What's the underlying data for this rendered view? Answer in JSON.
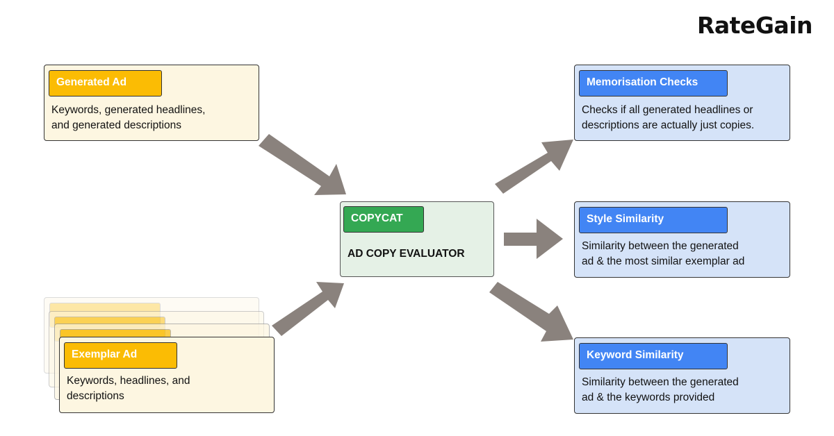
{
  "brand": {
    "logo_text": "RateGain"
  },
  "inputs": {
    "generated_ad": {
      "tag": "Generated Ad",
      "description_lines": [
        "Keywords, generated headlines,",
        "and generated descriptions"
      ]
    },
    "exemplar_ad": {
      "tag": "Exemplar Ad",
      "description_lines": [
        "Keywords, headlines, and",
        "descriptions"
      ]
    }
  },
  "evaluator": {
    "tag": "COPYCAT",
    "title": "AD COPY EVALUATOR"
  },
  "outputs": [
    {
      "tag": "Memorisation Checks",
      "description_lines": [
        "Checks if all generated headlines or",
        "descriptions are actually just copies."
      ]
    },
    {
      "tag": "Style Similarity",
      "description_lines": [
        "Similarity between the generated",
        "ad & the most similar exemplar ad"
      ]
    },
    {
      "tag": "Keyword Similarity",
      "description_lines": [
        "Similarity between the generated",
        "ad & the keywords provided"
      ]
    }
  ],
  "colors": {
    "yellow_tag": "#fbbc04",
    "yellow_card": "#fdf6e1",
    "blue_tag": "#4285f4",
    "blue_card": "#d5e3f8",
    "green_tag": "#34a853",
    "green_card": "#e5f1e6",
    "arrow": "#8a827d"
  }
}
